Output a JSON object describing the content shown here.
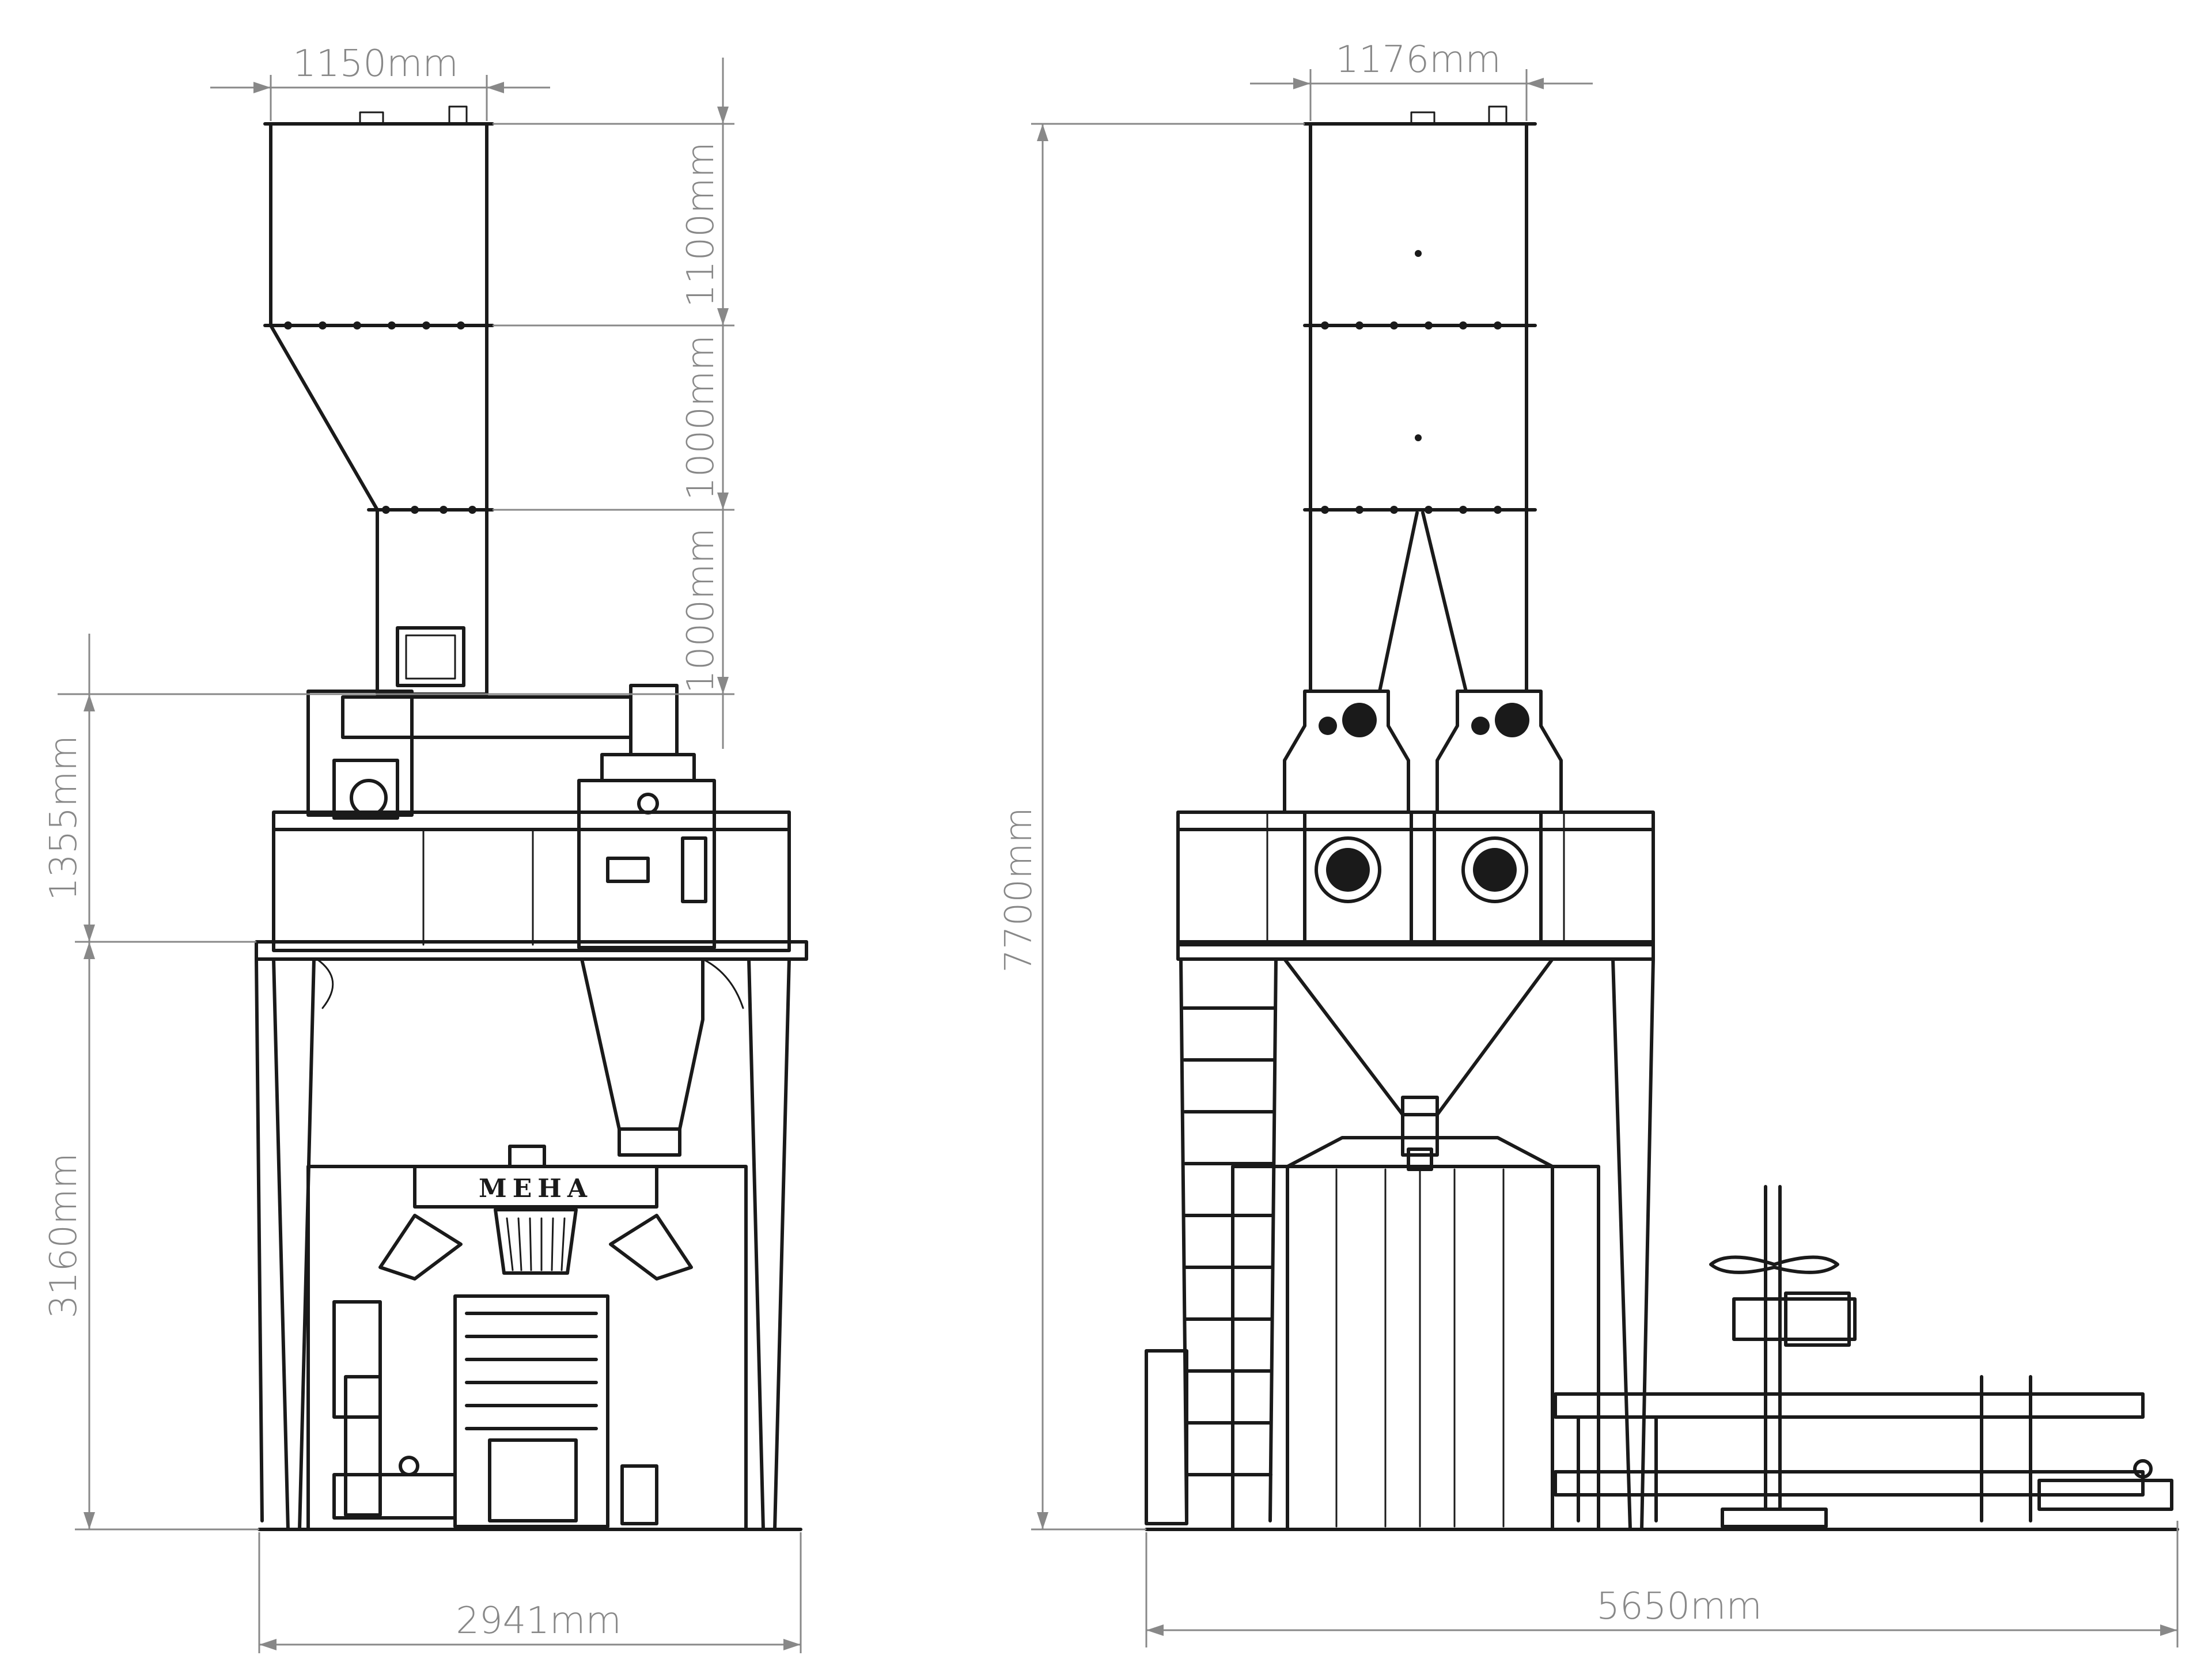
{
  "diagram": {
    "left_view": {
      "dimensions": {
        "top_width": "1150mm",
        "section_1_height": "1100mm",
        "section_2_height": "1000mm",
        "section_3_height": "1000mm",
        "platform_height": "1355mm",
        "base_height": "3160mm",
        "overall_width": "2941mm"
      },
      "brand_label": "MEHA"
    },
    "right_view": {
      "dimensions": {
        "top_width": "1176mm",
        "overall_height": "7700mm",
        "overall_length": "5650mm"
      }
    },
    "colors": {
      "linework": "#1a1a1a",
      "dimensions": "#888888",
      "background": "#ffffff"
    }
  }
}
